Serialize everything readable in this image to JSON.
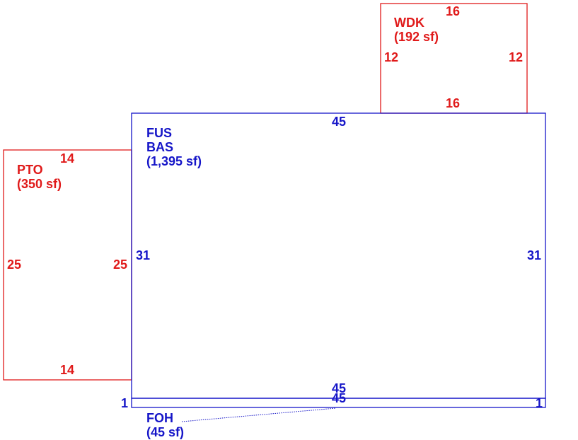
{
  "colors": {
    "outline_red": "#e01a1a",
    "outline_blue": "#1515c8"
  },
  "areas": {
    "wdk": {
      "code": "WDK",
      "area": "(192 sf)",
      "dim_top": "16",
      "dim_bottom": "16",
      "dim_left": "12",
      "dim_right": "12"
    },
    "main": {
      "code1": "FUS",
      "code2": "BAS",
      "area": "(1,395 sf)",
      "dim_top": "45",
      "dim_bottom": "45",
      "dim_left": "31",
      "dim_right": "31"
    },
    "pto": {
      "code": "PTO",
      "area": "(350 sf)",
      "dim_top": "14",
      "dim_bottom": "14",
      "dim_left": "25",
      "dim_right": "25"
    },
    "foh": {
      "code": "FOH",
      "area": "(45 sf)",
      "dim_bottom": "45",
      "dim_left": "1",
      "dim_right": "1"
    }
  }
}
